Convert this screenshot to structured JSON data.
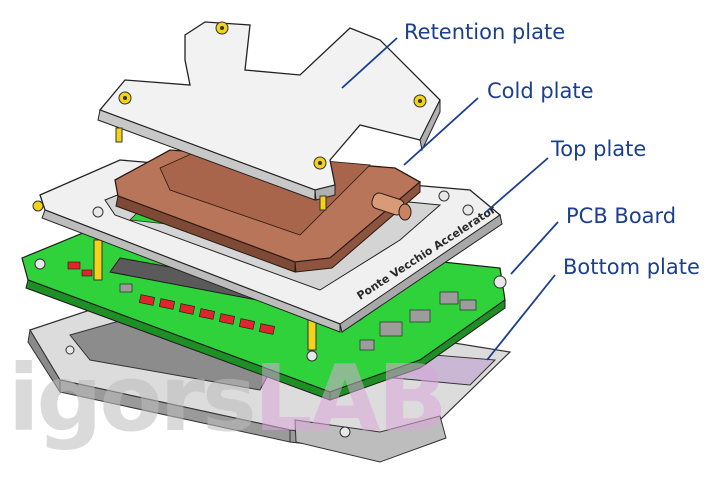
{
  "labels": {
    "retention": "Retention plate",
    "cold": "Cold plate",
    "top": "Top plate",
    "pcb": "PCB Board",
    "bottom": "Bottom plate"
  },
  "engraving": "Ponte Vecchio Accelerator",
  "watermark": {
    "part1": "igors",
    "part2": "LAB"
  },
  "colors": {
    "label_text": "#1b3f8f",
    "leader_line": "#1b3f8f",
    "copper": "#b8755a",
    "pcb_green": "#2fd23a",
    "metal_light": "#f0f0f0",
    "metal_dark": "#7a7a7a",
    "component_red": "#e0252c",
    "screw_gold": "#f3d21a"
  }
}
